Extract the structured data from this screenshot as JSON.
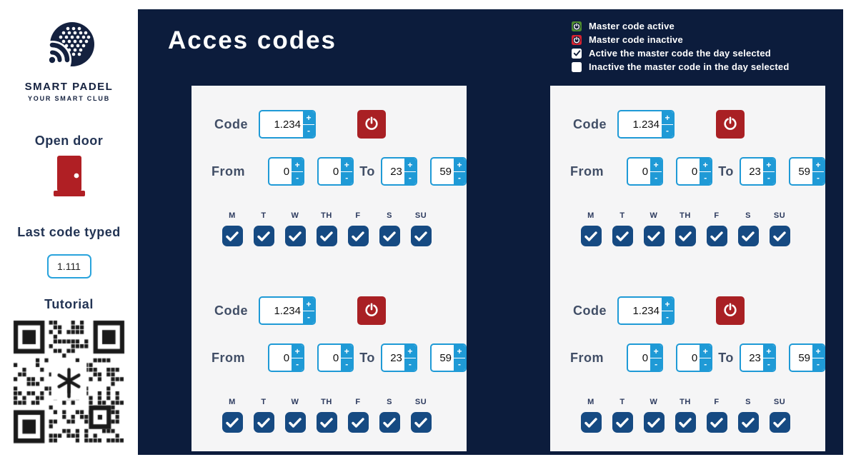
{
  "colors": {
    "background_navy": "#0c1c3c",
    "panel_gray": "#f5f5f6",
    "accent_blue": "#1f9ad6",
    "day_checkbox_navy": "#164a82",
    "power_red": "#a92024",
    "door_red": "#b01f24",
    "legend_green": "#4e8c2f",
    "legend_red": "#d42330",
    "brand_navy": "#14213f"
  },
  "sidebar": {
    "brand": {
      "name": "SMART PADEL",
      "tagline": "YOUR SMART CLUB"
    },
    "open_door_label": "Open door",
    "last_code_label": "Last code typed",
    "last_code_value": "1.111",
    "tutorial_label": "Tutorial"
  },
  "main": {
    "title": "Acces codes",
    "legend": [
      {
        "icon": "power-green",
        "label": "Master code active"
      },
      {
        "icon": "power-red",
        "label": "Master code inactive"
      },
      {
        "icon": "checkbox-checked",
        "label": "Active the master code the day selected"
      },
      {
        "icon": "checkbox-empty",
        "label": "Inactive the master code in the day selected"
      }
    ],
    "labels": {
      "code": "Code",
      "from": "From",
      "to": "To"
    },
    "spinner": {
      "plus": "+",
      "minus": "-"
    },
    "days": [
      "M",
      "T",
      "W",
      "TH",
      "F",
      "S",
      "SU"
    ],
    "panels": [
      {
        "groups": [
          {
            "code": "1.234",
            "from_hour": "0",
            "from_min": "0",
            "to_hour": "23",
            "to_min": "59",
            "days_checked": [
              true,
              true,
              true,
              true,
              true,
              true,
              true
            ]
          },
          {
            "code": "1.234",
            "from_hour": "0",
            "from_min": "0",
            "to_hour": "23",
            "to_min": "59",
            "days_checked": [
              true,
              true,
              true,
              true,
              true,
              true,
              true
            ]
          }
        ]
      },
      {
        "groups": [
          {
            "code": "1.234",
            "from_hour": "0",
            "from_min": "0",
            "to_hour": "23",
            "to_min": "59",
            "days_checked": [
              true,
              true,
              true,
              true,
              true,
              true,
              true
            ]
          },
          {
            "code": "1.234",
            "from_hour": "0",
            "from_min": "0",
            "to_hour": "23",
            "to_min": "59",
            "days_checked": [
              true,
              true,
              true,
              true,
              true,
              true,
              true
            ]
          }
        ]
      }
    ]
  }
}
